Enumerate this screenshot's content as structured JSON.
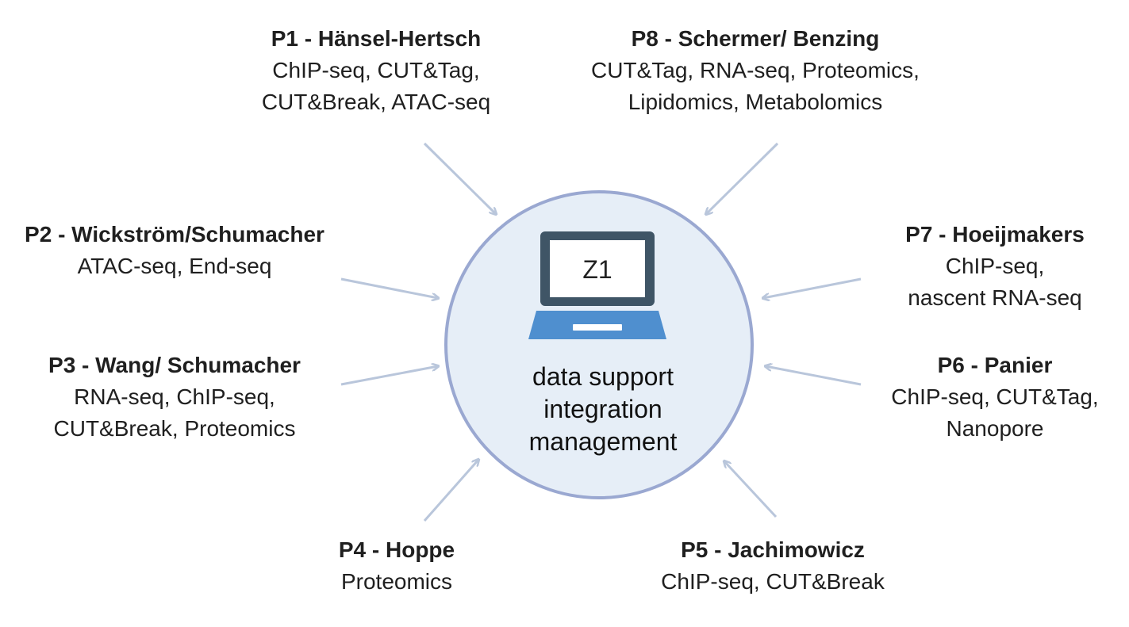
{
  "hub": {
    "code": "Z1",
    "icon": "laptop-icon",
    "lines": [
      "data support",
      "integration",
      "management"
    ]
  },
  "projects": [
    {
      "id": "p1",
      "name": "P1 - Hänsel-Hertsch",
      "lines": [
        "ChIP-seq, CUT&Tag,",
        "CUT&Break, ATAC-seq"
      ]
    },
    {
      "id": "p8",
      "name": "P8 - Schermer/ Benzing",
      "lines": [
        "CUT&Tag, RNA-seq, Proteomics,",
        "Lipidomics, Metabolomics"
      ]
    },
    {
      "id": "p2",
      "name": "P2 - Wickström/Schumacher",
      "lines": [
        "ATAC-seq, End-seq"
      ]
    },
    {
      "id": "p7",
      "name": "P7 - Hoeijmakers",
      "lines": [
        "ChIP-seq,",
        "nascent RNA-seq"
      ]
    },
    {
      "id": "p3",
      "name": "P3 - Wang/ Schumacher",
      "lines": [
        "RNA-seq, ChIP-seq,",
        "CUT&Break, Proteomics"
      ]
    },
    {
      "id": "p6",
      "name": "P6 - Panier",
      "lines": [
        "ChIP-seq, CUT&Tag,",
        "Nanopore"
      ]
    },
    {
      "id": "p4",
      "name": "P4 - Hoppe",
      "lines": [
        "Proteomics"
      ]
    },
    {
      "id": "p5",
      "name": "P5 - Jachimowicz",
      "lines": [
        "ChIP-seq, CUT&Break"
      ]
    }
  ],
  "colors": {
    "circle_fill": "#e6eef7",
    "circle_stroke": "#9aa8d1",
    "arrow": "#b9c6db",
    "laptop_frame": "#3f5566",
    "laptop_base": "#4f8fcf",
    "screen": "#ffffff"
  }
}
